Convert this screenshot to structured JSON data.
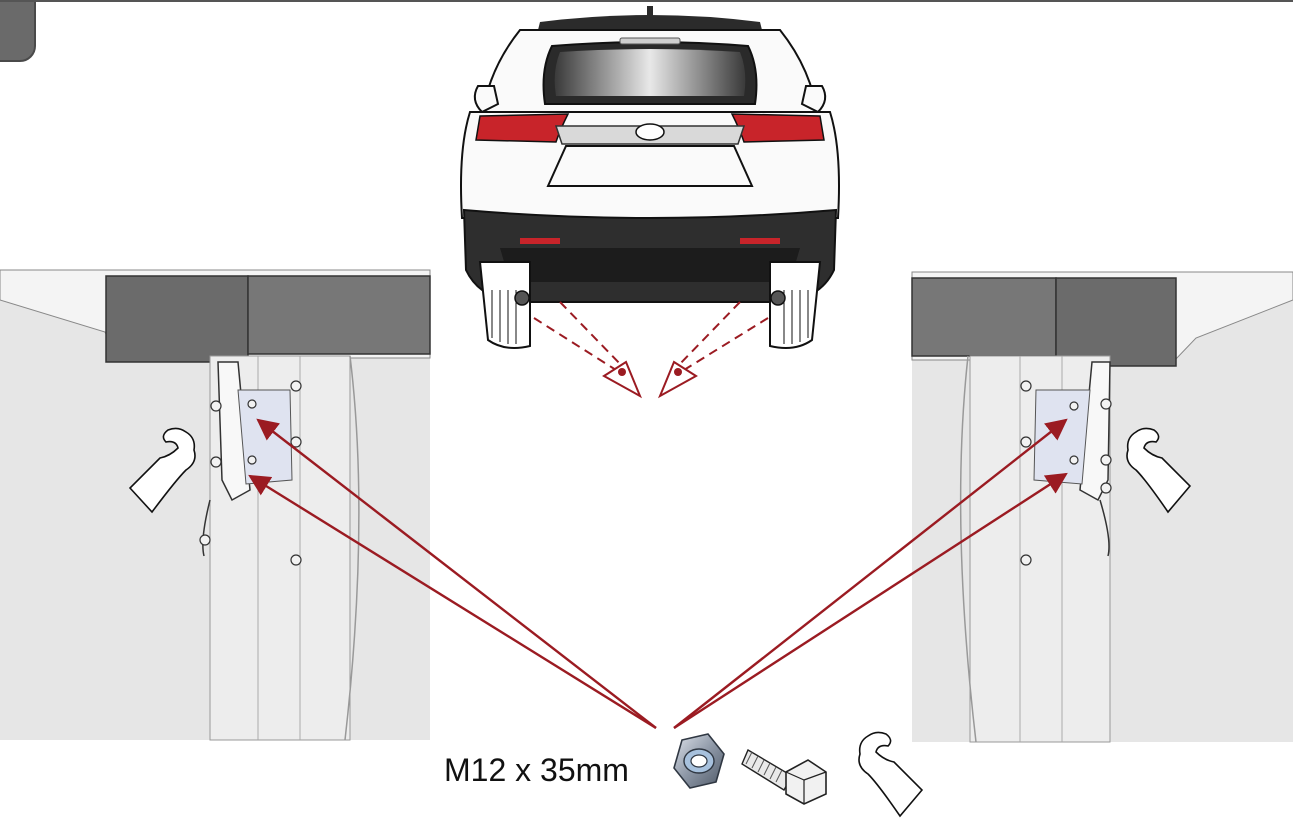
{
  "step_number": "",
  "hardware": {
    "label": "M12 x 35mm",
    "items": [
      "nylock-nut",
      "hex-bolt"
    ]
  },
  "colors": {
    "arrow": "#9b1b22",
    "steel": "#e6e6e6",
    "bumper_dark": "#2e2e2e",
    "taillight": "#c8242a",
    "body_white": "#fafafa",
    "step_tab": "#6a6a6a"
  },
  "icons": [
    "eye-icon",
    "hand-icon",
    "nut-icon",
    "bolt-icon",
    "arrow-icon"
  ]
}
